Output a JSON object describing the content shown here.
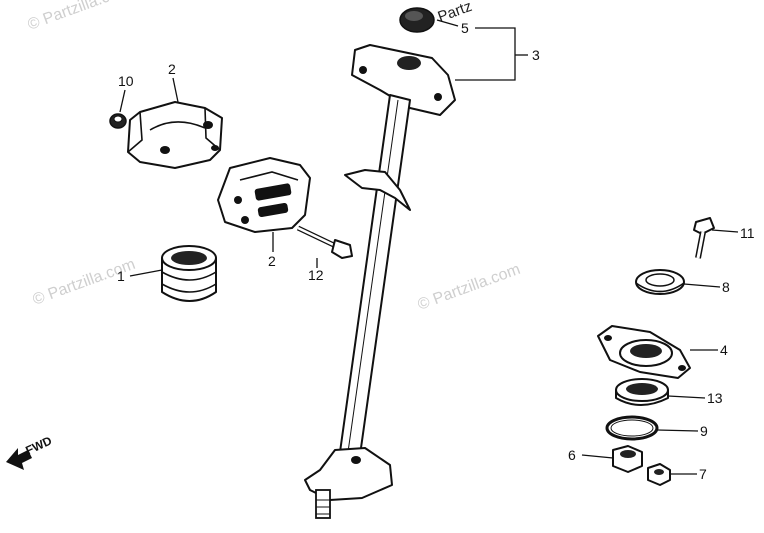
{
  "watermark": {
    "text": "© Partzilla.com",
    "top_fragment": "Partz"
  },
  "fwd_label": "FWD",
  "callouts": {
    "c1": "1",
    "c2a": "2",
    "c2b": "2",
    "c3": "3",
    "c4": "4",
    "c5": "5",
    "c6": "6",
    "c7": "7",
    "c8": "8",
    "c9": "9",
    "c10": "10",
    "c11": "11",
    "c12": "12",
    "c13": "13"
  }
}
